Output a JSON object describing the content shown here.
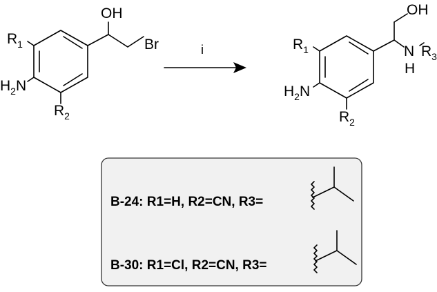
{
  "reactant": {
    "atoms": {
      "oh": "OH",
      "br": "Br",
      "r1": "R",
      "r1_sub": "1",
      "r2": "R",
      "r2_sub": "2",
      "h2n_h": "H",
      "h2n_2": "2",
      "h2n_n": "N"
    }
  },
  "arrow": {
    "reagent": "i"
  },
  "product": {
    "atoms": {
      "oh": "OH",
      "r1": "R",
      "r1_sub": "1",
      "r2": "R",
      "r2_sub": "2",
      "h2n_h": "H",
      "h2n_2": "2",
      "h2n_n": "N",
      "nh_n": "N",
      "nh_h": "H",
      "r3": "R",
      "r3_sub": "3"
    }
  },
  "compounds": [
    {
      "label": "B-24: R1=H, R2=CN, R3="
    },
    {
      "label": "B-30: R1=Cl, R2=CN, R3="
    }
  ]
}
